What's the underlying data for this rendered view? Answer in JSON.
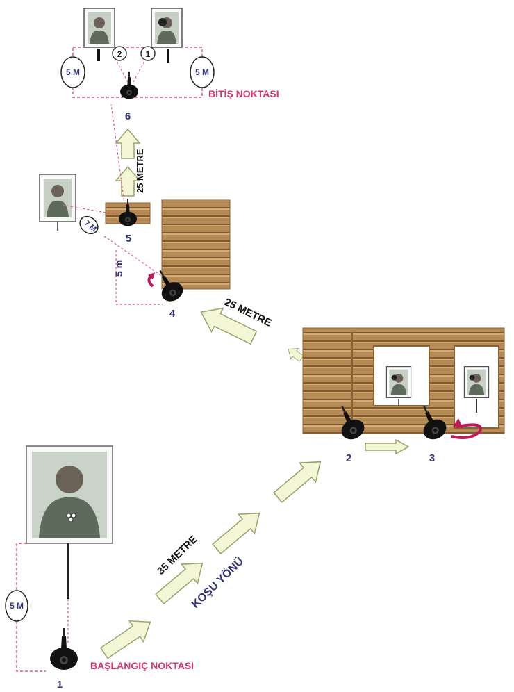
{
  "labels": {
    "start": "BAŞLANGIÇ NOKTASI",
    "finish": "BİTİŞ NOKTASI",
    "run_direction": "KOŞU YÖNÜ",
    "dist_35": "35 METRE",
    "dist_25_diag": "25 METRE",
    "dist_25_vert": "25 METRE",
    "dist_5m_left": "5 M",
    "dist_5m_finish_left": "5 M",
    "dist_5m_finish_right": "5 M",
    "dist_5m_pos4": "5 m",
    "dist_7m": "7 M"
  },
  "positions": {
    "p1": "1",
    "p2": "2",
    "p3": "3",
    "p4": "4",
    "p5": "5",
    "p6": "6"
  },
  "target_numbers": {
    "t1": "1",
    "t2": "2"
  },
  "colors": {
    "accent_pink": "#d8336c",
    "dash_pink": "#e0528a",
    "navy": "#33337a",
    "arrow_fill": "#f4f7d6",
    "arrow_stroke": "#9aa06a",
    "wood": "#b68a55",
    "wood_dark": "#8a6333",
    "shooter": "#111111"
  },
  "icons": {
    "shooter": "shooter-topdown-icon",
    "target": "human-silhouette-target-icon",
    "turn": "curved-turn-arrow-icon"
  }
}
